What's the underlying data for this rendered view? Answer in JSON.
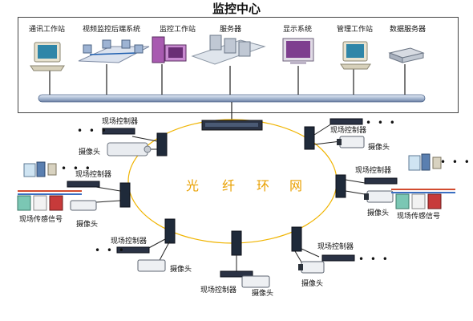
{
  "title": "监控中心",
  "center": {
    "items": [
      {
        "label": "通讯工作站"
      },
      {
        "label": "视频监控后端系统"
      },
      {
        "label": "监控工作站"
      },
      {
        "label": "服务器"
      },
      {
        "label": "显示系统"
      },
      {
        "label": "管理工作站"
      },
      {
        "label": "数据服务器"
      }
    ]
  },
  "ring": {
    "chars": [
      "光",
      "纤",
      "环",
      "网"
    ]
  },
  "field": {
    "controller_label": "现场控制器",
    "camera_label": "摄像头",
    "sensor_label": "现场传感信号",
    "ellipsis": "• • •"
  },
  "colors": {
    "ring": "#f0b400",
    "bus": "#b9c8dc",
    "switch": "#1f2a3a"
  }
}
